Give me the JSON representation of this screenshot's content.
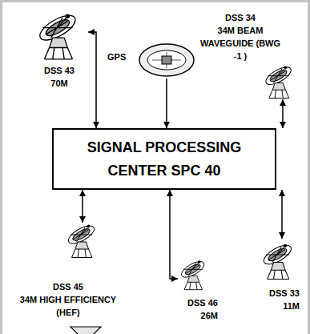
{
  "diagram": {
    "nodes": [
      {
        "text": [
          "DSS 43",
          "70M"
        ]
      },
      {
        "text": [
          "GPS"
        ]
      },
      {
        "text": [
          "DSS 34",
          "34M BEAM WAVEGUIDE (BWG -1 )"
        ]
      },
      {
        "text": [
          "SIGNAL PROCESSING CENTER SPC 40"
        ]
      },
      {
        "text": [
          "DSS 45",
          "34M HIGH EFFICIENCY (HEF)"
        ]
      },
      {
        "text": [
          "DSS 46",
          "26M"
        ]
      },
      {
        "text": [
          "DSS 33",
          "11M"
        ]
      }
    ],
    "edges": [
      {
        "from": 0,
        "to": 3,
        "arrow": "both"
      },
      {
        "from": 1,
        "to": 3,
        "arrow": "to"
      },
      {
        "from": 2,
        "to": 3,
        "arrow": "both"
      },
      {
        "from": 3,
        "to": 4,
        "arrow": "both"
      },
      {
        "from": 3,
        "to": 5,
        "arrow": "both"
      },
      {
        "from": 3,
        "to": 6,
        "arrow": "both"
      }
    ]
  }
}
